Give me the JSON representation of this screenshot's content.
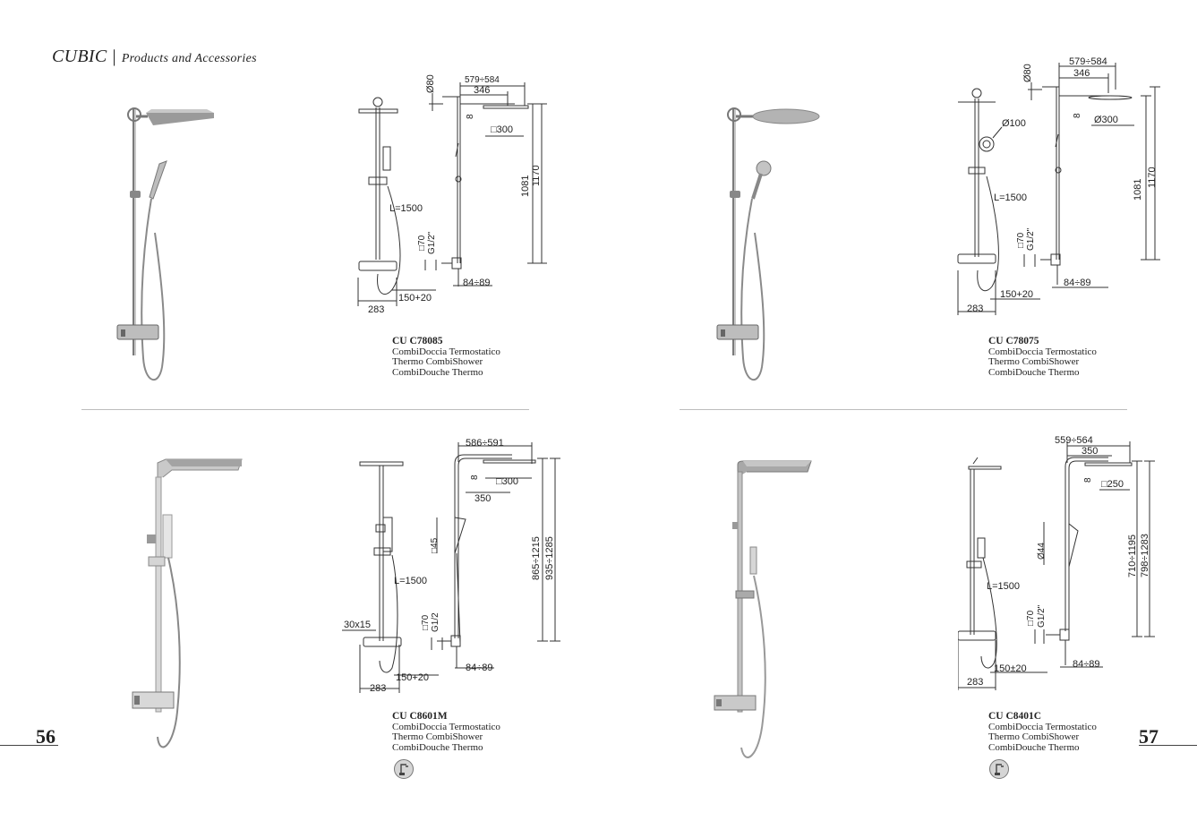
{
  "header": {
    "brand": "CUBIC",
    "separator": "|",
    "subtitle": "Products and Accessories"
  },
  "pages": {
    "left": "56",
    "right": "57"
  },
  "products": [
    {
      "code": "CU C78085",
      "lines": [
        "CombiDoccia Termostatico",
        "Thermo CombiShower",
        "CombiDouche Thermo"
      ],
      "dims": {
        "width_range": "579÷584",
        "arm": "346",
        "head_drop": "8",
        "head": "□300",
        "ceiling_dia": "Ø80",
        "height_a": "1081",
        "height_b": "1170",
        "hose": "L=1500",
        "body": "□70",
        "thread": "G1/2\"",
        "mixer": "150+20",
        "base": "283",
        "offset": "84÷89"
      }
    },
    {
      "code": "CU C78075",
      "lines": [
        "CombiDoccia Termostatico",
        "Thermo CombiShower",
        "CombiDouche Thermo"
      ],
      "dims": {
        "width_range": "579÷584",
        "arm": "346",
        "head_drop": "8",
        "head": "Ø300",
        "ceiling_dia": "Ø80",
        "hand_dia": "Ø100",
        "height_a": "1081",
        "height_b": "1170",
        "hose": "L=1500",
        "body": "□70",
        "thread": "G1/2\"",
        "mixer": "150+20",
        "base": "283",
        "offset": "84÷89"
      }
    },
    {
      "code": "CU C8601M",
      "lines": [
        "CombiDoccia Termostatico",
        "Thermo CombiShower",
        "CombiDouche Thermo"
      ],
      "dims": {
        "width_range": "586÷591",
        "arm": "350",
        "head_drop": "8",
        "head": "□300",
        "bracket": "□45",
        "height_a": "865÷1215",
        "height_b": "935÷1285",
        "hose": "L=1500",
        "body": "□70",
        "thread": "G1/2",
        "handle": "30x15",
        "mixer": "150+20",
        "base": "283",
        "offset": "84÷89"
      }
    },
    {
      "code": "CU C8401C",
      "lines": [
        "CombiDoccia Termostatico",
        "Thermo CombiShower",
        "CombiDouche Thermo"
      ],
      "dims": {
        "width_range": "559÷564",
        "arm": "350",
        "head_drop": "8",
        "head": "□250",
        "bracket": "Ø44",
        "height_a": "710÷1195",
        "height_b": "798÷1283",
        "hose": "L=1500",
        "body": "□70",
        "thread": "G1/2\"",
        "mixer": "150±20",
        "base": "283",
        "offset": "84÷89"
      }
    }
  ]
}
